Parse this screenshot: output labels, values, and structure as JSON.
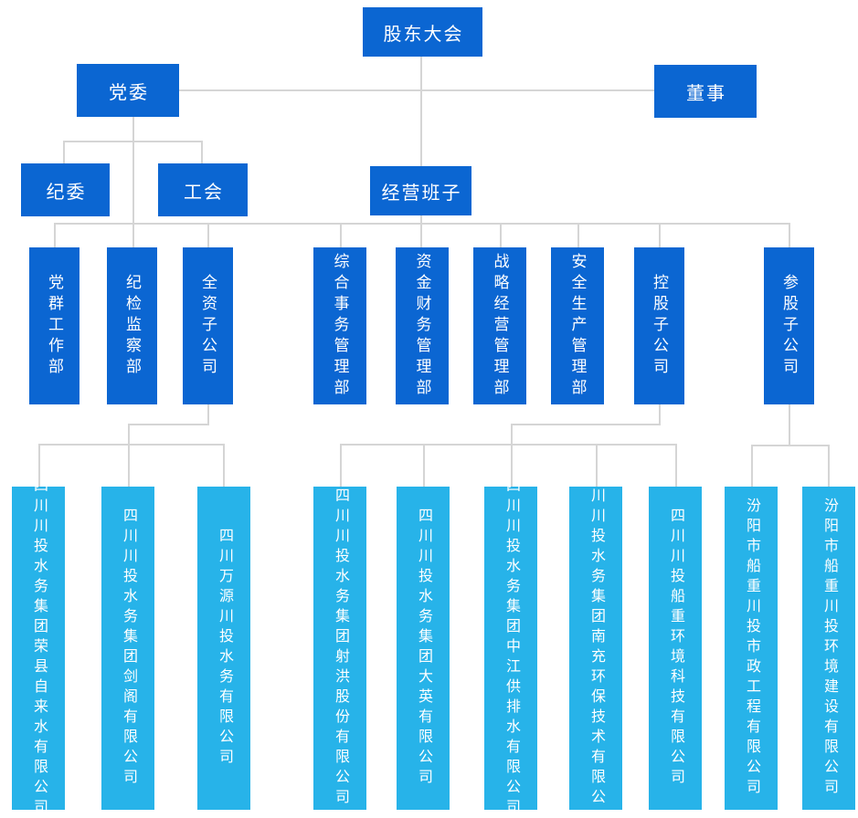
{
  "org": {
    "shareholders": "股东大会",
    "party_committee": "党委",
    "directors": "董事",
    "discipline_committee": "纪委",
    "labor_union": "工会",
    "management_team": "经营班子",
    "departments": [
      "党群工作部",
      "纪检监察部",
      "全资子公司",
      "综合事务管理部",
      "资金财务管理部",
      "战略经营管理部",
      "安全生产管理部",
      "控股子公司",
      "参股子公司"
    ],
    "companies": [
      "四川川投水务集团荣县自来水有限公司",
      "四川川投水务集团剑阁有限公司",
      "四川万源川投水务有限公司",
      "四川川投水务集团射洪股份有限公司",
      "四川川投水务集团大英有限公司",
      "四川川投水务集团中江供排水有限公司",
      "四川川投水务集团南充环保技术有限公司",
      "四川川投船重环境科技有限公司",
      "汾阳市船重川投市政工程有限公司",
      "汾阳市船重川投环境建设有限公司"
    ],
    "groups": [
      {
        "parent": "全资子公司",
        "company_indices": [
          0,
          1,
          2
        ]
      },
      {
        "parent": "控股子公司",
        "company_indices": [
          3,
          4,
          5,
          6,
          7
        ]
      },
      {
        "parent": "参股子公司",
        "company_indices": [
          8,
          9
        ]
      }
    ]
  },
  "colors": {
    "primary_blue": "#0b66d2",
    "light_blue": "#27b3e9",
    "connector_gray": "#d5d5d5",
    "text_white": "#ffffff"
  }
}
